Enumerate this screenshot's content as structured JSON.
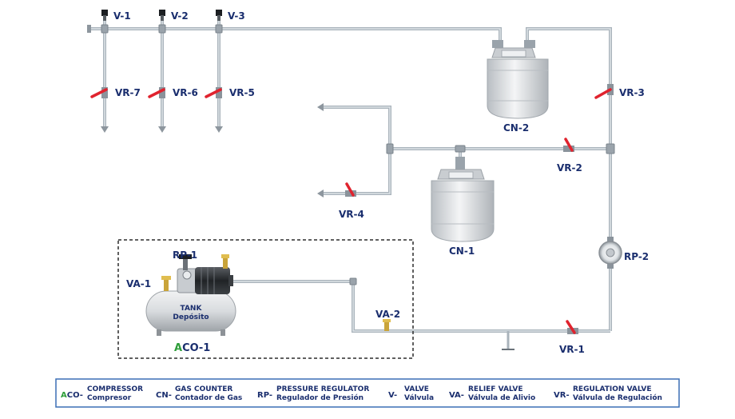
{
  "labels": {
    "v1": "V-1",
    "v2": "V-2",
    "v3": "V-3",
    "vr7": "VR-7",
    "vr6": "VR-6",
    "vr5": "VR-5",
    "vr3": "VR-3",
    "vr2": "VR-2",
    "vr4": "VR-4",
    "vr1": "VR-1",
    "cn2": "CN-2",
    "cn1": "CN-1",
    "rp1": "RP-1",
    "rp2": "RP-2",
    "va1": "VA-1",
    "va2": "VA-2"
  },
  "tank": {
    "line1": "TANK",
    "line2": "Depósito"
  },
  "aco": {
    "prefix": "A",
    "rest": "CO-1"
  },
  "colors": {
    "text": "#1a2e6e",
    "accent_green": "#2e9e3a",
    "valve_red": "#e0232e",
    "pipe": "#a9b3bb",
    "legend_border": "#3b6fb5"
  },
  "legend": [
    {
      "code_accent": "A",
      "code": "CO-",
      "line1": "COMPRESSOR",
      "line2": "Compresor"
    },
    {
      "code_accent": "",
      "code": "CN-",
      "line1": "GAS COUNTER",
      "line2": "Contador de Gas"
    },
    {
      "code_accent": "",
      "code": "RP-",
      "line1": "PRESSURE REGULATOR",
      "line2": "Regulador de Presión"
    },
    {
      "code_accent": "",
      "code": "V-",
      "line1": "VALVE",
      "line2": "Válvula"
    },
    {
      "code_accent": "",
      "code": "VA-",
      "line1": "RELIEF VALVE",
      "line2": "Válvula de Alivio"
    },
    {
      "code_accent": "",
      "code": "VR-",
      "line1": "REGULATION VALVE",
      "line2": "Válvula de Regulación"
    }
  ]
}
